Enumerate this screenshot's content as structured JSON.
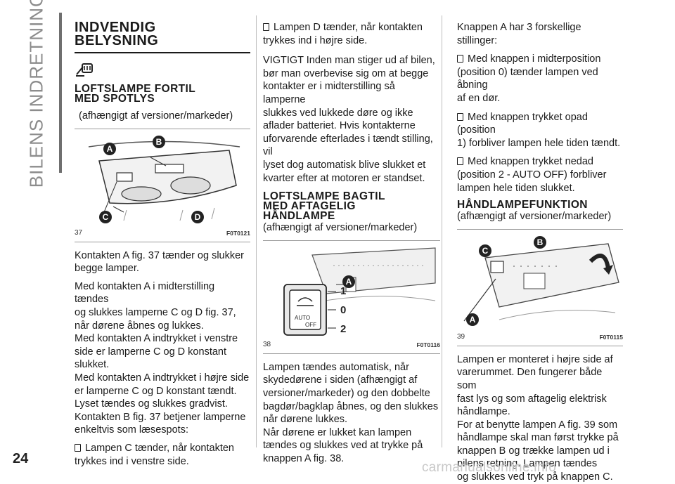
{
  "side_title": "BILENS INDRETNING",
  "page_number": "24",
  "watermark": "carmanualsonline.info",
  "col1": {
    "heading": [
      "INDVENDIG",
      "BELYSNING"
    ],
    "icon": "interior-light-icon",
    "subheading": [
      "LOFTSLAMPE FORTIL",
      "MED SPOTLYS"
    ],
    "note": "(afhængigt af versioner/markeder)",
    "figure": {
      "number": "37",
      "code": "F0T0121",
      "labels": [
        "A",
        "B",
        "C",
        "D"
      ]
    },
    "lines": [
      "Kontakten A fig. 37 tænder og slukker",
      "begge lamper.",
      "Med kontakten A i midterstilling tændes",
      "og slukkes lamperne C og D fig. 37,",
      "når dørene åbnes og lukkes.",
      "Med kontakten A indtrykket i venstre",
      "side er lamperne C og D konstant",
      "slukket.",
      "Med kontakten A indtrykket i højre side",
      "er lamperne C og D konstant tændt.",
      "Lyset tændes og slukkes gradvist.",
      "Kontakten B fig. 37 betjener lamperne",
      "enkeltvis som læsespots:",
      "Lampen C tænder, når kontakten",
      "trykkes ind i venstre side."
    ]
  },
  "col2": {
    "lines_top": [
      "Lampen D tænder, når kontakten",
      "trykkes ind i højre side.",
      "VIGTIGT Inden man stiger ud af bilen,",
      "bør man overbevise sig om at begge",
      "kontakter er i midterstilling så lamperne",
      "slukkes ved lukkede døre og ikke",
      "aflader batteriet. Hvis kontakterne",
      "uforvarende efterlades i tændt stilling, vil",
      "lyset dog automatisk blive slukket et",
      "kvarter efter at motoren er standset."
    ],
    "subheading": [
      "LOFTSLAMPE BAGTIL",
      "MED AFTAGELIG",
      "HÅNDLAMPE"
    ],
    "note": "(afhængigt af versioner/markeder)",
    "figure": {
      "number": "38",
      "code": "F0T0116",
      "labels": [
        "A",
        "1",
        "0",
        "2",
        "AUTO",
        "OFF"
      ]
    },
    "lines_bottom": [
      "Lampen tændes automatisk, når",
      "skydedørene i siden (afhængigt af",
      "versioner/markeder) og den dobbelte",
      "bagdør/bagklap åbnes, og den slukkes",
      "når dørene lukkes.",
      "Når dørene er lukket kan lampen",
      "tændes og slukkes ved at trykke på",
      "knappen A fig. 38."
    ]
  },
  "col3": {
    "lines_top": [
      "Knappen A har 3 forskellige stillinger:",
      "Med knappen i midterposition",
      "(position 0) tænder lampen ved åbning",
      "af en dør.",
      "Med knappen trykket opad (position",
      "1) forbliver lampen hele tiden tændt.",
      "Med knappen trykket nedad",
      "(position 2 - AUTO OFF) forbliver",
      "lampen hele tiden slukket."
    ],
    "subheading": "HÅNDLAMPEFUNKTION",
    "note": "(afhængigt af versioner/markeder)",
    "figure": {
      "number": "39",
      "code": "F0T0115",
      "labels": [
        "C",
        "B",
        "A"
      ]
    },
    "lines_bottom": [
      "Lampen er monteret i højre side af",
      "varerummet. Den fungerer både som",
      "fast lys og som aftagelig elektrisk",
      "håndlampe.",
      "For at benytte lampen A fig. 39 som",
      "håndlampe skal man først trykke på",
      "knappen B og trække lampen ud i",
      "pilens retning. Lampen tændes",
      "og slukkes ved tryk på knappen C."
    ]
  }
}
